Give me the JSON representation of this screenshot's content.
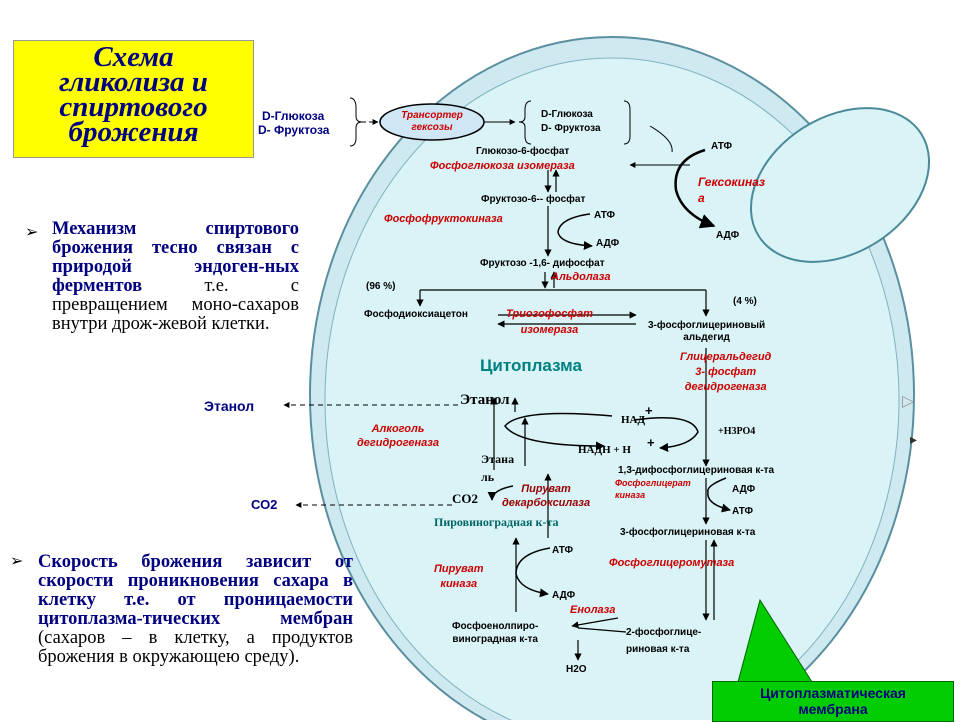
{
  "title": "Схема\nгликолиза и\nспиртового\nброжения",
  "paragraph1": {
    "highlight": "Механизм спиртового брожения тесно связан с природой эндоген-ных ферментов",
    "rest": " т.е. с превращением моно-сахаров внутри дрож-жевой клетки."
  },
  "paragraph2": {
    "highlight": "Скорость брожения зависит от скорости проникновения сахара в клетку т.е. от проницаемости цитоплазма-тических мембран",
    "rest": " (сахаров – в клетку, а продуктов брожения в окружающею среду)."
  },
  "outside": {
    "d_glucose": "D-Глюкоза",
    "d_fructose": "D- Фруктоза",
    "ethanol": "Этанол",
    "co2": "СО2"
  },
  "transporter": "Трансортер\nгексозы",
  "inside": {
    "d_glucose": "D-Глюкоза",
    "d_fructose": "D- Фруктоза",
    "glucose6p": "Глюкозо-6-фосфат",
    "fructose6p": "Фруктозо-6-- фосфат",
    "fructose16dp": "Фруктозо -1,6- дифосфат",
    "pct96": "(96 %)",
    "pct4": "(4 %)",
    "dhap": "Фосфодиоксиацетон",
    "g3p": "3-фосфоглицериновый\nальдегид",
    "cytoplasm": "Цитоплазма",
    "ethanol": "Этанол",
    "ethanal": "Этана\nль",
    "co2": "СО2",
    "nad": "НАД",
    "nadh": "НАДН + Н",
    "plus1": "+",
    "plus2": "+",
    "h3po4": "+Н3РО4",
    "bpg13": "1,3-дифосфоглицериновая к-та",
    "pga3": "3-фосфоглицериновая к-та",
    "pyruvic": "Пировиноградная к-та",
    "pep": "Фосфоенолпиро-\nвиноградная к-та",
    "pga2": "2-фосфоглице-\nриновая к-та",
    "h2o": "Н2О"
  },
  "cofactors": {
    "atp_hexokinase": "АТФ",
    "adp_hexokinase": "АДФ",
    "atp_pfk": "АТФ",
    "adp_pfk": "АДФ",
    "adp_pgk": "АДФ",
    "atp_pgk": "АТФ",
    "atp_pk": "АТФ",
    "adp_pk": "АДФ"
  },
  "enzymes": {
    "pgi": "Фосфоглюкоза  изомераза",
    "hexokinase": "Гексокиназ\nа",
    "pfk": "Фосфофруктокиназа",
    "aldolase": "Альдолаза",
    "tpi": "Триозофосфат\nизомераза",
    "gapdh": "Глицеральдегид\n3- фосфат\nдегидрогеназа",
    "adh": "Алкоголь\nдегидрогеназа",
    "pgk": "Фосфоглицерат\nкиназа",
    "pdc": "Пируват\nдекарбоксилаза",
    "pgm": "Фосфоглицеромутаза",
    "pk": "Пируват\nкиназа",
    "enolase": "Енолаза"
  },
  "membrane": "Цитоплазматическая\nмембрана",
  "nav": {
    "next": "▷",
    "end": "▸"
  },
  "colors": {
    "title_bg": "#ffff00",
    "cell_fill": "#d9f3f7",
    "cell_stroke": "#4a8a99",
    "enzyme": "#cc0000",
    "highlight": "#000080",
    "membrane_box": "#00cc00"
  }
}
